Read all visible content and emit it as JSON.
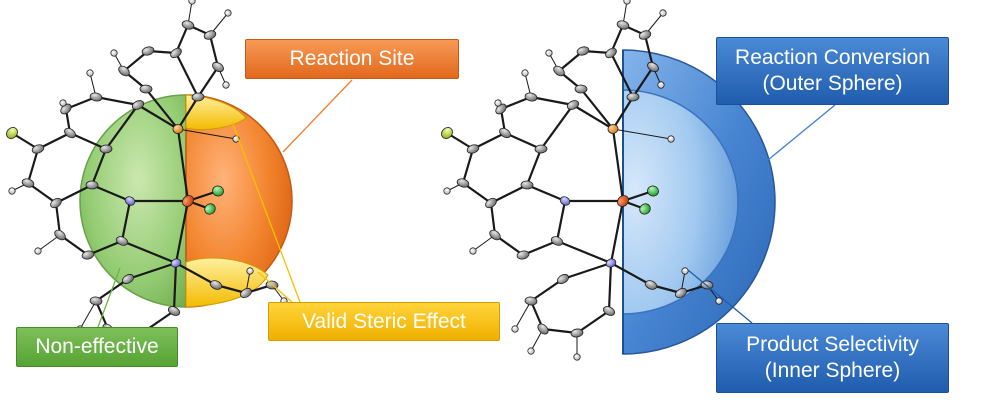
{
  "labels": {
    "reaction_site": "Reaction Site",
    "valid_steric_effect": "Valid Steric Effect",
    "non_effective": "Non-effective",
    "reaction_conversion_line1": "Reaction Conversion",
    "reaction_conversion_line2": "(Outer Sphere)",
    "product_selectivity_line1": "Product Selectivity",
    "product_selectivity_line2": "(Inner Sphere)"
  },
  "colors": {
    "reaction_site": "#ef7d2d",
    "valid_steric_effect": "#f6c000",
    "non_effective": "#6db548",
    "sphere_blue": "#3d7fd1",
    "sphere_light_blue": "#9cc6ef",
    "bond": "#1a1a1a",
    "carbon_atom": "#8c8c8c",
    "hydrogen_atom": "#e6e6e6",
    "nitrogen_atom": "#7f7fd6",
    "phosphorus_atom": "#e08a2a",
    "metal_atom": "#d2541b",
    "chlorine_atom": "#34c040",
    "fluorine_atom": "#b8d63a"
  }
}
